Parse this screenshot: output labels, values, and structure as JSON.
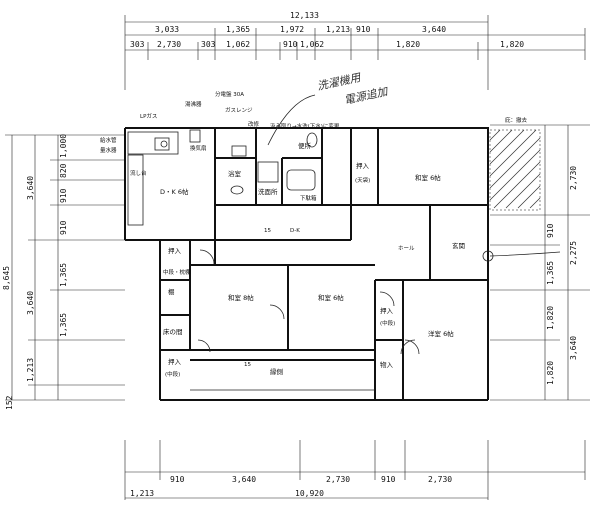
{
  "top_dims": {
    "total": "12,133",
    "row1": [
      "3,033",
      "1,365",
      "1,972",
      "1,213",
      "910",
      "3,640"
    ],
    "row2": [
      "303",
      "2,730",
      "303",
      "1,062",
      "910",
      "1,062",
      "1,820",
      "1,820"
    ]
  },
  "bottom_dims": {
    "row1": [
      "910",
      "3,640",
      "2,730",
      "910",
      "2,730"
    ],
    "total_left": "1,213",
    "total": "10,920"
  },
  "left_dims": {
    "total": "8,645",
    "row": [
      "1,000",
      "820",
      "910",
      "910",
      "1,365",
      "1,365",
      "1,213",
      "152"
    ],
    "row_b": [
      "3,640",
      "3,640"
    ]
  },
  "right_dims": {
    "row": [
      "2,730",
      "910",
      "2,275",
      "1,365",
      "1,820",
      "1,820",
      "3,640"
    ]
  },
  "rooms": {
    "dk": "D・K 6帖",
    "bath": "浴室",
    "wash": "洗面所",
    "toilet": "便所",
    "closet1": "押入",
    "storage_top": "(天袋)",
    "washi1": "和室 6帖",
    "washi2": "和室 6帖",
    "washi3": "和室 8帖",
    "genkan": "玄関",
    "hall": "ホール",
    "hall2": "D-K",
    "yoshitsu": "洋室 6帖",
    "engawa": "縁側",
    "tokonoma": "床の間",
    "closet_mid": "(中段)",
    "closet_left1": "押入",
    "closet_left2": "押入",
    "closet_low": "(中段)",
    "monoire": "物入",
    "tana": "棚",
    "kitchen_unit": "流し台",
    "shelf_note": "中段・枕棚",
    "genkan_shoes": "下駄箱",
    "step": "15",
    "step2": "15"
  },
  "notes": {
    "lpg": "LPガス",
    "heater": "湯沸器",
    "switch": "分電盤 30A",
    "stove": "ガスレンジ",
    "water": "給水管",
    "meter": "量水器",
    "vent": "換気扇",
    "kaisen": "改修",
    "drain_change": "汲み取り→水洗(下水)に変更",
    "yard": "庇：撤去",
    "hand1": "洗濯機用",
    "hand2": "電源追加"
  }
}
